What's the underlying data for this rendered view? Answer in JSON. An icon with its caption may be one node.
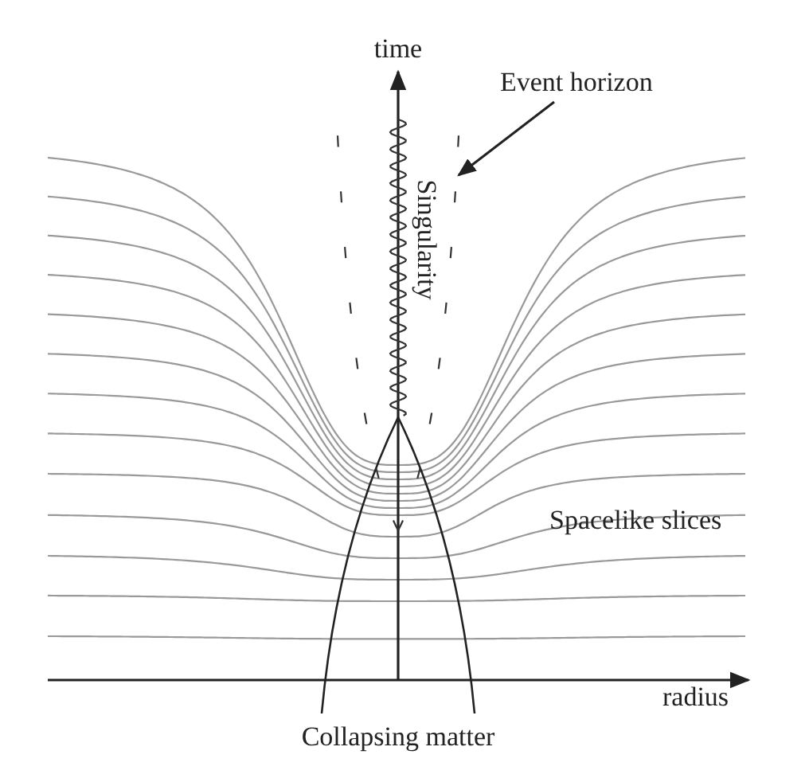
{
  "diagram": {
    "nodes": [
      {
        "text": [
          "Event horizon"
        ]
      },
      {
        "text": [],
        "shape": "line"
      }
    ],
    "edges": [
      {
        "from": 0,
        "to": 1,
        "arrow": "to"
      }
    ],
    "labels": [
      "time",
      "Singularity",
      "Spacelike slices",
      "radius",
      "Collapsing matter"
    ]
  }
}
